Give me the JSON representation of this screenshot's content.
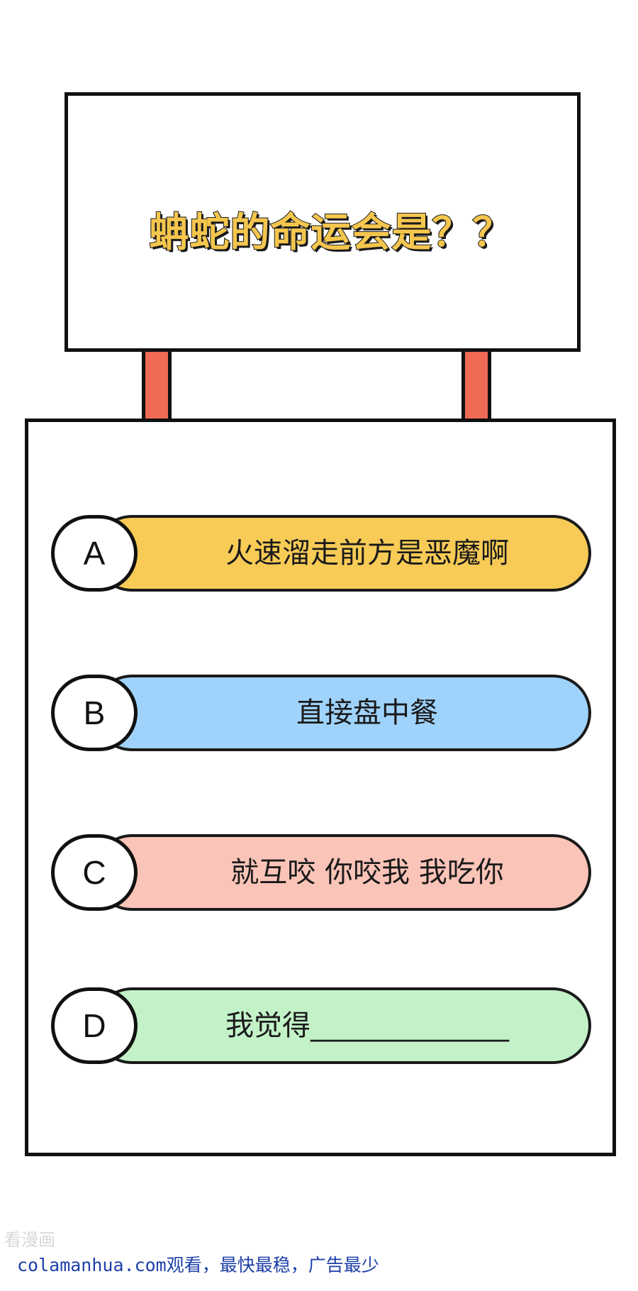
{
  "sign": {
    "title": "蚺蛇的命运会是？？"
  },
  "options": [
    {
      "letter": "A",
      "text": "火速溜走前方是恶魔啊",
      "color": "#f7cb56"
    },
    {
      "letter": "B",
      "text": "直接盘中餐",
      "color": "#9fd3fb"
    },
    {
      "letter": "C",
      "text": "就互咬 你咬我 我吃你",
      "color": "#fbc4b8"
    },
    {
      "letter": "D",
      "text": "我觉得______________",
      "color": "#c3f2c8"
    }
  ],
  "footer": {
    "watermark": "看漫画",
    "ad": "colamanhua.com观看，最快最稳，广告最少"
  },
  "colors": {
    "title_fill": "#f5c64e",
    "post": "#f06a55",
    "outline": "#111111",
    "ad_text": "#1d3fa8"
  }
}
